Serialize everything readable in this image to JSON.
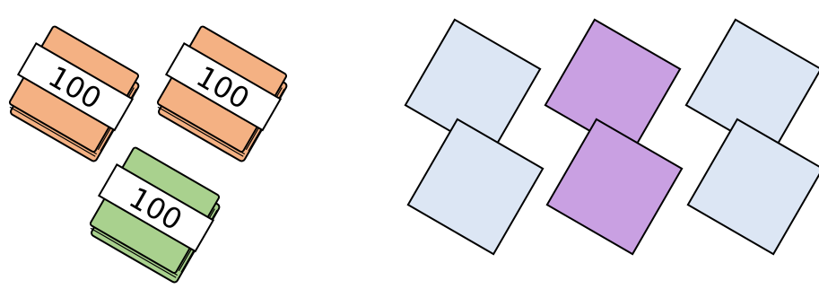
{
  "stacks": [
    {
      "label": "100",
      "color": "#f4b183"
    },
    {
      "label": "100",
      "color": "#f4b183"
    },
    {
      "label": "100",
      "color": "#a9d18e"
    }
  ],
  "cards": [
    {
      "color": "#dce6f4"
    },
    {
      "color": "#c9a0e2"
    },
    {
      "color": "#dce6f4"
    },
    {
      "color": "#dce6f4"
    },
    {
      "color": "#c9a0e2"
    },
    {
      "color": "#dce6f4"
    }
  ],
  "band_color": "#ffffff",
  "outline_color": "#000000"
}
